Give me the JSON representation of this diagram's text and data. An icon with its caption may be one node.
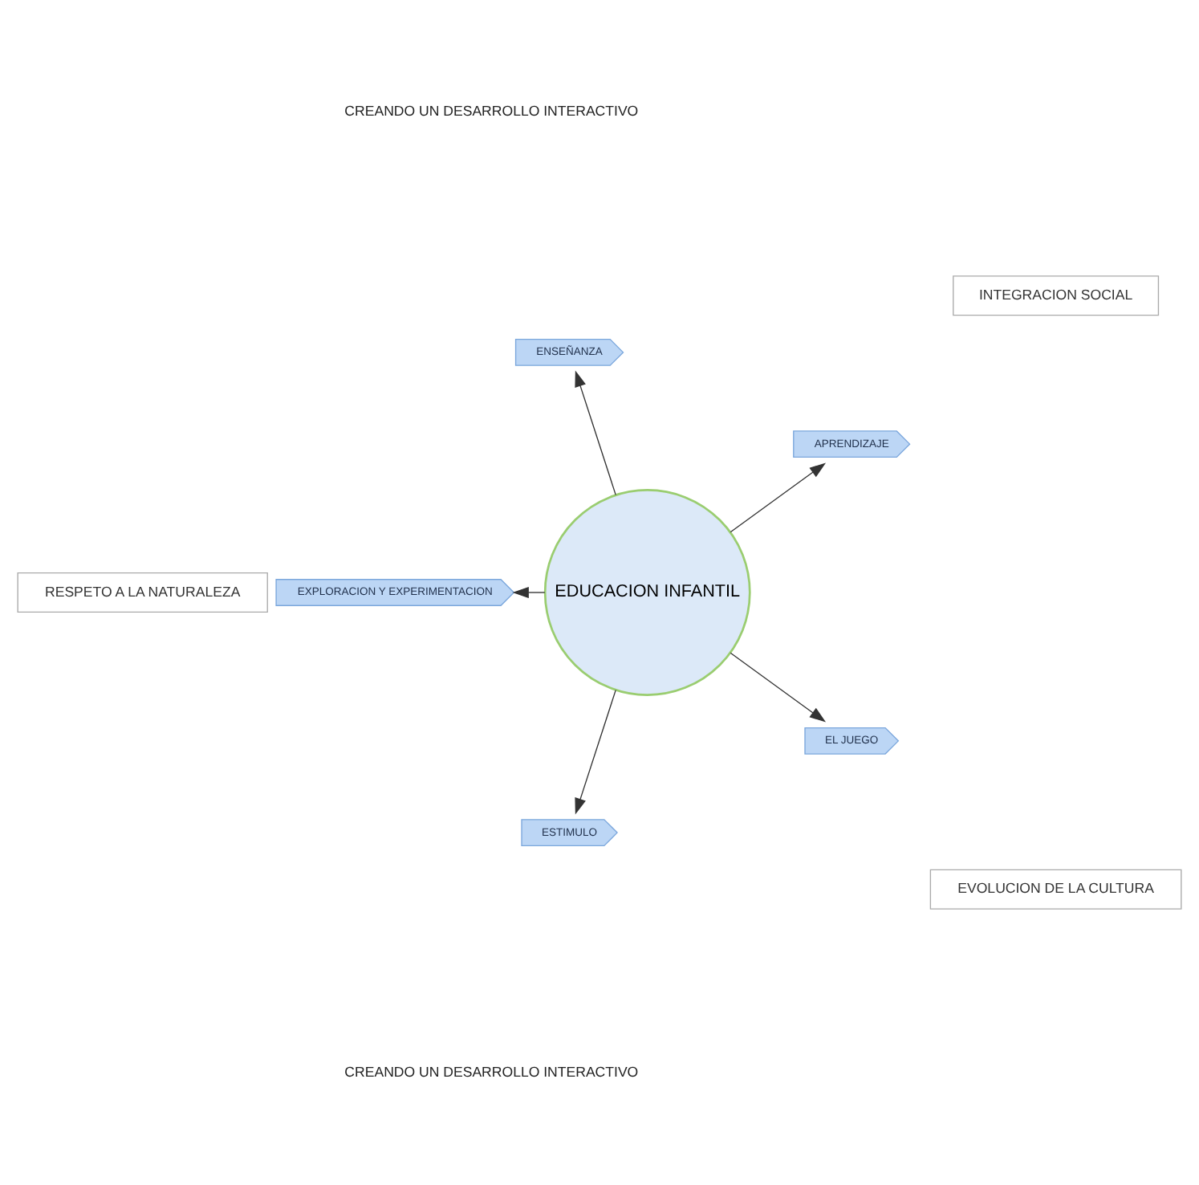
{
  "diagram": {
    "nodes": [
      {
        "text": [
          "EDUCACION INFANTIL"
        ]
      },
      {
        "text": [
          "APRENDIZAJE"
        ]
      },
      {
        "text": [
          "ENSEÑANZA"
        ]
      },
      {
        "text": [
          "EXPLORACION Y EXPERIMENTACION"
        ]
      },
      {
        "text": [
          "ESTIMULO"
        ]
      },
      {
        "text": [
          "EL JUEGO"
        ]
      },
      {
        "text": [
          "INTEGRACION SOCIAL"
        ]
      },
      {
        "text": [
          "RESPETO A LA NATURALEZA"
        ]
      },
      {
        "text": [
          "EVOLUCION DE LA CULTURA"
        ]
      }
    ],
    "edges": [
      {
        "from": 0,
        "to": 1,
        "arrow": "to"
      },
      {
        "from": 0,
        "to": 2,
        "arrow": "to"
      },
      {
        "from": 0,
        "to": 3,
        "arrow": "to"
      },
      {
        "from": 0,
        "to": 4,
        "arrow": "to"
      },
      {
        "from": 0,
        "to": 5,
        "arrow": "to"
      }
    ],
    "labels": [
      "CREANDO UN DESARROLLO INTERACTIVO",
      "CREANDO UN DESARROLLO INTERACTIVO"
    ]
  }
}
